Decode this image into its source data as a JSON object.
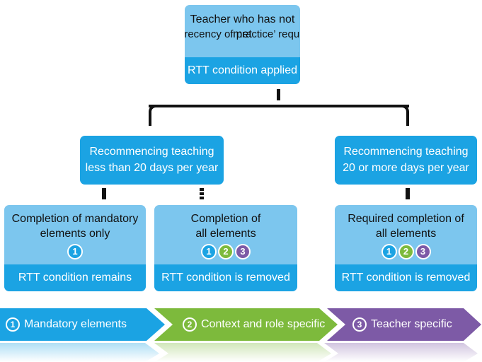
{
  "top": {
    "title_line1": "Teacher who has not met",
    "title_line2": "‘recency of practice’ requirements",
    "band": "RTT condition applied"
  },
  "left_branch": {
    "line1": "Recommencing teaching",
    "line2": "less than 20 days per year"
  },
  "right_branch": {
    "line1": "Recommencing teaching",
    "line2": "20 or more days per year"
  },
  "outcomes": [
    {
      "line1": "Completion of mandatory",
      "line2": "elements only",
      "badges": [
        "1"
      ],
      "band": "RTT condition remains"
    },
    {
      "line1": "Completion of",
      "line2": "all elements",
      "badges": [
        "1",
        "2",
        "3"
      ],
      "band": "RTT condition is removed"
    },
    {
      "line1": "Required completion of",
      "line2": "all elements",
      "badges": [
        "1",
        "2",
        "3"
      ],
      "band": "RTT condition is removed"
    }
  ],
  "legend": [
    {
      "number": "1",
      "label": "Mandatory elements",
      "color": "#1ba3e3"
    },
    {
      "number": "2",
      "label": "Context and role specific",
      "color": "#7dba3c"
    },
    {
      "number": "3",
      "label": "Teacher specific",
      "color": "#7d5aa6"
    }
  ],
  "colors": {
    "light_blue": "#7cc6ee",
    "blue": "#1ba3e3",
    "green": "#7dba3c",
    "purple": "#7d5aa6"
  }
}
